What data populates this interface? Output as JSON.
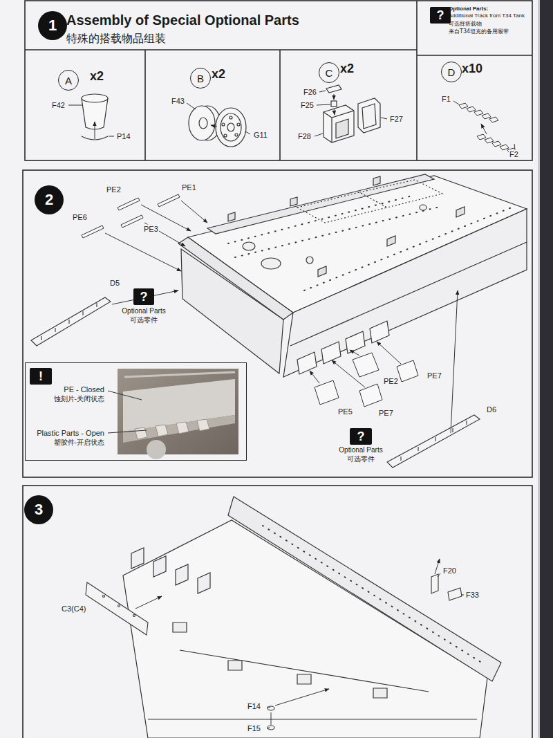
{
  "diagram": {
    "nodes": [
      {
        "text": [
          "Assembly of Special Optional Parts",
          "特殊的搭载物品组装"
        ]
      },
      {
        "text": [
          "1"
        ],
        "in": 0
      },
      {
        "text": [
          "Optional Parts:",
          "Additional Track from T34 Tank",
          "可选择搭载物",
          "来自T34坦克的备用履带"
        ]
      },
      {
        "text": [
          "?"
        ],
        "in": 2
      },
      {
        "text": [
          "x2"
        ]
      },
      {
        "text": [
          "A"
        ],
        "in": 4
      },
      {
        "text": [
          "x2"
        ]
      },
      {
        "text": [
          "B"
        ],
        "in": 6
      },
      {
        "text": [
          "x2"
        ]
      },
      {
        "text": [
          "C"
        ],
        "in": 8
      },
      {
        "text": [
          "x10"
        ]
      },
      {
        "text": [
          "D"
        ],
        "in": 10
      },
      {
        "text": [
          "2"
        ]
      },
      {
        "text": [
          "?",
          "Optional Parts",
          "可选零件"
        ]
      },
      {
        "text": [
          "PE - Closed",
          "蚀刻片-关闭状态",
          "Plastic Parts - Open",
          "塑胶件-开启状态"
        ]
      },
      {
        "text": [
          "!"
        ],
        "in": 14
      },
      {
        "text": [
          "?",
          "Optional Parts",
          "可选零件"
        ]
      },
      {
        "text": [
          "3"
        ]
      }
    ],
    "labels": [
      "F42",
      "P14",
      "F43",
      "G11",
      "F26",
      "F25",
      "F28",
      "F27",
      "F1",
      "F2",
      "PE2",
      "PE1",
      "PE6",
      "PE3",
      "D5",
      "PE2",
      "PE7",
      "PE5",
      "PE7",
      "D6",
      "C3(C4)",
      "F20",
      "F33",
      "F14",
      "F15"
    ]
  }
}
